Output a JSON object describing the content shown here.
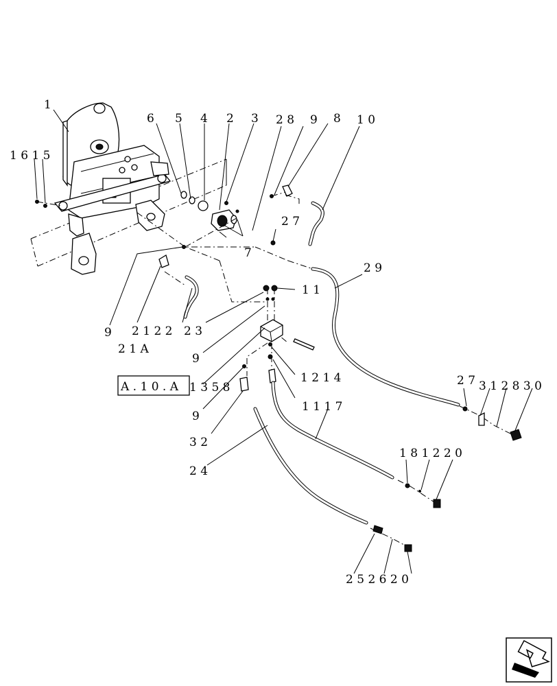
{
  "callouts": {
    "c1": "1",
    "c16_15": "1 6 1 5",
    "c6": "6",
    "c5": "5",
    "c4": "4",
    "c2": "2",
    "c3": "3",
    "c28": "2 8",
    "c9a": "9",
    "c8": "8",
    "c10": "1 0",
    "c27a": "2 7",
    "c7": "7",
    "c29": "2 9",
    "c11": "1 1",
    "c9b": "9",
    "c21_22": "2 1 2 2",
    "c23": "2 3",
    "c21A": "2 1 A",
    "c9c": "9",
    "c12_14": "1 2 1 4",
    "c13_5_8": "1 3 5 8",
    "c9d": "9",
    "c11_17": "1 1 1 7",
    "c27b": "2 7",
    "c31_28_30": "3 1 2 8 3 0",
    "c32": "3 2",
    "c24": "2 4",
    "c18_12_20": "1 8 1 2 2 0",
    "c25_26_20": "2 5 2 6 2 0"
  },
  "reference_box": {
    "label": "A . 1 0 . A"
  },
  "icons": {
    "navigation": "next-page-arrow-icon"
  },
  "colors": {
    "ink": "#000000",
    "paper": "#ffffff"
  }
}
